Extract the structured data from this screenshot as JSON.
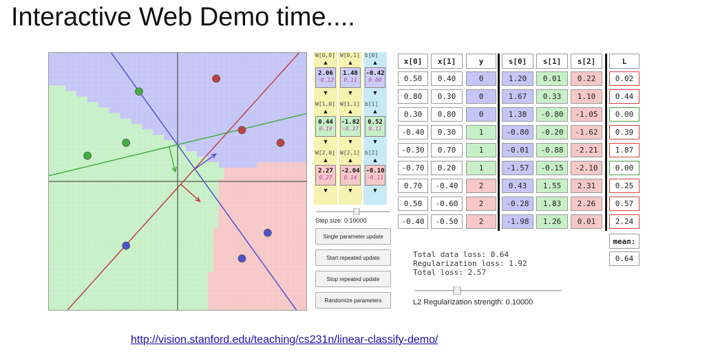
{
  "slide": {
    "title": "Interactive Web Demo time....",
    "url": "http://vision.stanford.edu/teaching/cs231n/linear-classify-demo/"
  },
  "colors": {
    "class0_bg": "#c4f0c4",
    "class1_bg": "#f6c8c8",
    "class2_bg": "#c6c6f6",
    "red": "#c04040",
    "green": "#40b040",
    "blue": "#5050d0"
  },
  "params": [
    {
      "color": "#f6f2b0",
      "labels": [
        "W[0,0]",
        "W[0,1]",
        "b[0]"
      ],
      "values": [
        "2.06",
        "1.48",
        "-0.42"
      ],
      "grads": [
        "-0.12",
        "0.11",
        "0.00"
      ],
      "box_color": "#ccccf6"
    },
    {
      "color": "#f6f2b0",
      "labels": [
        "W[1,0]",
        "W[1,1]",
        "b[1]"
      ],
      "values": [
        "0.44",
        "-1.82",
        "0.52"
      ],
      "grads": [
        "0.19",
        "-0.37",
        "0.11"
      ],
      "box_color": "#c8f0c8"
    },
    {
      "color": "#f6f2b0",
      "labels": [
        "W[2,0]",
        "W[2,1]",
        "b[2]"
      ],
      "values": [
        "2.27",
        "-2.04",
        "-0.10"
      ],
      "grads": [
        "0.27",
        "0.14",
        "-0.11"
      ],
      "box_color": "#f6c8c8"
    }
  ],
  "bias_col_color": "#c8eaf6",
  "controls": {
    "step_label": "Step size: 0.10000",
    "buttons": [
      "Single parameter update",
      "Start repeated update",
      "Stop repeated update",
      "Randomize parameters"
    ],
    "reg_label": "L2 Regularization strength: 0.10000",
    "step_slider_value": 0.55,
    "reg_slider_value": 0.28
  },
  "table": {
    "headers": [
      "x[0]",
      "x[1]",
      "y",
      "s[0]",
      "s[1]",
      "s[2]",
      "L"
    ],
    "rows": [
      {
        "x0": "0.50",
        "x1": "0.40",
        "y": "0",
        "s0": "1.20",
        "s1": "0.01",
        "s2": "0.22",
        "L": "0.02"
      },
      {
        "x0": "0.80",
        "x1": "0.30",
        "y": "0",
        "s0": "1.67",
        "s1": "0.33",
        "s2": "1.10",
        "L": "0.44"
      },
      {
        "x0": "0.30",
        "x1": "0.80",
        "y": "0",
        "s0": "1.38",
        "s1": "-0.80",
        "s2": "-1.05",
        "L": "0.00"
      },
      {
        "x0": "-0.40",
        "x1": "0.30",
        "y": "1",
        "s0": "-0.80",
        "s1": "-0.20",
        "s2": "-1.62",
        "L": "0.39"
      },
      {
        "x0": "-0.30",
        "x1": "0.70",
        "y": "1",
        "s0": "-0.01",
        "s1": "-0.88",
        "s2": "-2.21",
        "L": "1.87"
      },
      {
        "x0": "-0.70",
        "x1": "0.20",
        "y": "1",
        "s0": "-1.57",
        "s1": "-0.15",
        "s2": "-2.10",
        "L": "0.00"
      },
      {
        "x0": "0.70",
        "x1": "-0.40",
        "y": "2",
        "s0": "0.43",
        "s1": "1.55",
        "s2": "2.31",
        "L": "0.25"
      },
      {
        "x0": "0.50",
        "x1": "-0.60",
        "y": "2",
        "s0": "-0.28",
        "s1": "1.83",
        "s2": "2.26",
        "L": "0.57"
      },
      {
        "x0": "-0.40",
        "x1": "-0.50",
        "y": "2",
        "s0": "-1.98",
        "s1": "1.26",
        "s2": "0.01",
        "L": "2.24"
      }
    ],
    "mean_label": "mean:",
    "mean_value": "0.64"
  },
  "loss": {
    "data": "Total data loss: 0.64",
    "reg": "Regularization loss: 1.92",
    "total": "Total loss: 2.57"
  },
  "points": [
    {
      "x": 0.5,
      "y": 0.4,
      "cls": 0
    },
    {
      "x": 0.8,
      "y": 0.3,
      "cls": 0
    },
    {
      "x": 0.3,
      "y": 0.8,
      "cls": 0
    },
    {
      "x": -0.4,
      "y": 0.3,
      "cls": 1
    },
    {
      "x": -0.3,
      "y": 0.7,
      "cls": 1
    },
    {
      "x": -0.7,
      "y": 0.2,
      "cls": 1
    },
    {
      "x": 0.7,
      "y": -0.4,
      "cls": 2
    },
    {
      "x": 0.5,
      "y": -0.6,
      "cls": 2
    },
    {
      "x": -0.4,
      "y": -0.5,
      "cls": 2
    }
  ]
}
